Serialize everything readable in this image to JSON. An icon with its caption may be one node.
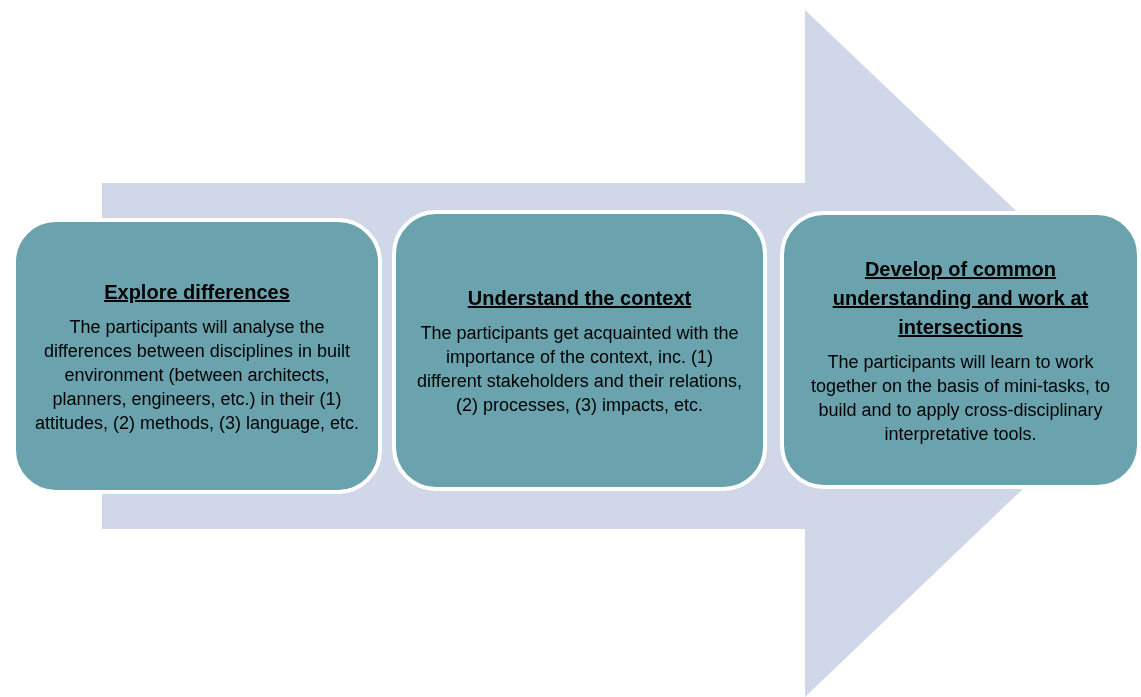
{
  "diagram": {
    "nodes": [
      {
        "text": [
          "Explore differences",
          "The participants will analyse the differences between disciplines in built environment (between architects, planners, engineers, etc.) in their (1) attitudes, (2) methods, (3) language, etc."
        ]
      },
      {
        "text": [
          "Understand the context",
          "The participants get acquainted with the importance of the context, inc. (1) different stakeholders and their relations, (2) processes, (3) impacts, etc."
        ]
      },
      {
        "text": [
          "Develop of common understanding and work at intersections",
          "The participants will learn to work together on the basis of mini-tasks, to build and to apply cross-disciplinary interpretative tools."
        ]
      }
    ],
    "edges": [
      {
        "from": 0,
        "to": 2,
        "arrow": "to",
        "style": "thick"
      }
    ]
  }
}
